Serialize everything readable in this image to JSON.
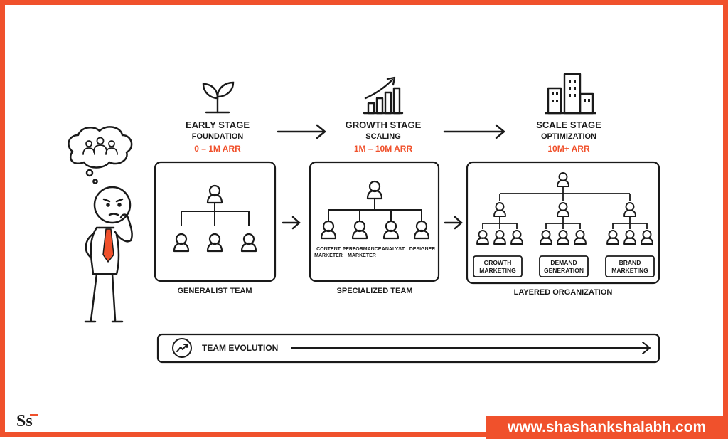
{
  "stages": [
    {
      "title": "EARLY STAGE",
      "subtitle": "FOUNDATION",
      "arr": "0 – 1M ARR",
      "team": "GENERALIST TEAM",
      "icon": "sprout-icon"
    },
    {
      "title": "GROWTH STAGE",
      "subtitle": "SCALING",
      "arr": "1M – 10M ARR",
      "team": "SPECIALIZED TEAM",
      "icon": "growth-chart-icon"
    },
    {
      "title": "SCALE STAGE",
      "subtitle": "OPTIMIZATION",
      "arr": "10M+ ARR",
      "team": "LAYERED ORGANIZATION",
      "icon": "buildings-icon"
    }
  ],
  "specialized_roles": [
    {
      "line1": "CONTENT",
      "line2": "MARKETER"
    },
    {
      "line1": "PERFORMANCE",
      "line2": "MARKETER"
    },
    {
      "line1": "ANALYST",
      "line2": ""
    },
    {
      "line1": "DESIGNER",
      "line2": ""
    }
  ],
  "sub_teams": [
    {
      "line1": "GROWTH",
      "line2": "MARKETING"
    },
    {
      "line1": "DEMAND",
      "line2": "GENERATION"
    },
    {
      "line1": "BRAND",
      "line2": "MARKETING"
    }
  ],
  "evolution": {
    "label": "TEAM EVOLUTION"
  },
  "footer": {
    "website": "www.shashankshalabh.com",
    "logo": "Ss"
  },
  "colors": {
    "accent": "#f0512c",
    "ink": "#1a1a1a"
  }
}
